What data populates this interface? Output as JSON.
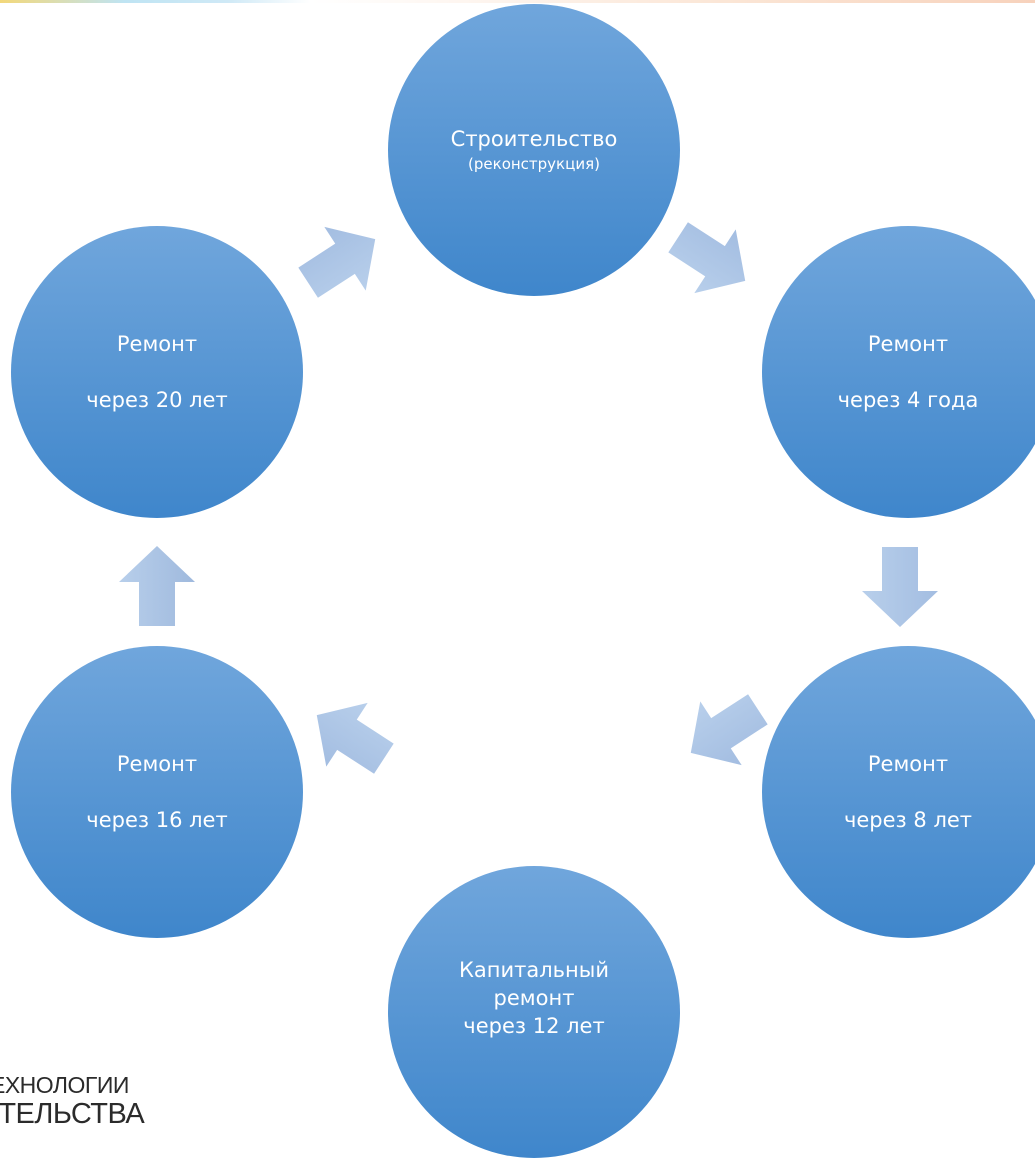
{
  "colors": {
    "circle_top": "#70a6dc",
    "circle_bottom": "#3f86cb",
    "arrow_light": "#b8cfeb",
    "arrow_dark": "#a3bde1",
    "text": "#ffffff"
  },
  "nodes": {
    "construction": {
      "line1": "Строительство",
      "line2": "(реконструкция)"
    },
    "repair_4": {
      "line1": "Ремонт",
      "line2": "через 4 года"
    },
    "repair_8": {
      "line1": "Ремонт",
      "line2": "через 8 лет"
    },
    "capital_12": {
      "line1": "Капитальный",
      "line2": "ремонт",
      "line3": "через 12 лет"
    },
    "repair_16": {
      "line1": "Ремонт",
      "line2": "через 16 лет"
    },
    "repair_20": {
      "line1": "Ремонт",
      "line2": "через 20 лет"
    }
  },
  "logo": {
    "line1": "ЕХНОЛОГИИ",
    "line2": "ИТЕЛЬСТВА"
  }
}
